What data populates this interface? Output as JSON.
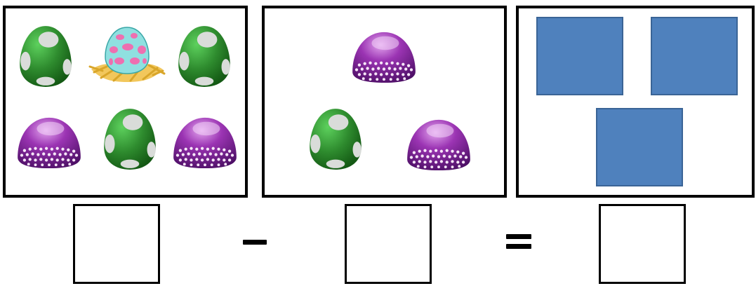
{
  "worksheet": {
    "total_panel": {
      "items": [
        "green-egg",
        "spotted-egg-in-nest",
        "green-egg",
        "purple-egg",
        "green-egg",
        "purple-egg"
      ]
    },
    "subtract_panel": {
      "items": [
        "purple-egg",
        "green-egg",
        "purple-egg"
      ]
    },
    "result_panel": {
      "items": [
        "blue-square",
        "blue-square",
        "blue-square"
      ]
    },
    "operators": {
      "minus": "−",
      "equals": "="
    },
    "answers": [
      "",
      "",
      ""
    ]
  },
  "colors": {
    "green_egg": "#2e8b2e",
    "purple_egg": "#8e2da3",
    "square_fill": "#4f81bd",
    "nest": "#f2c75c",
    "spotted_egg": "#8fe0e0",
    "spots": "#ee6fb0"
  }
}
